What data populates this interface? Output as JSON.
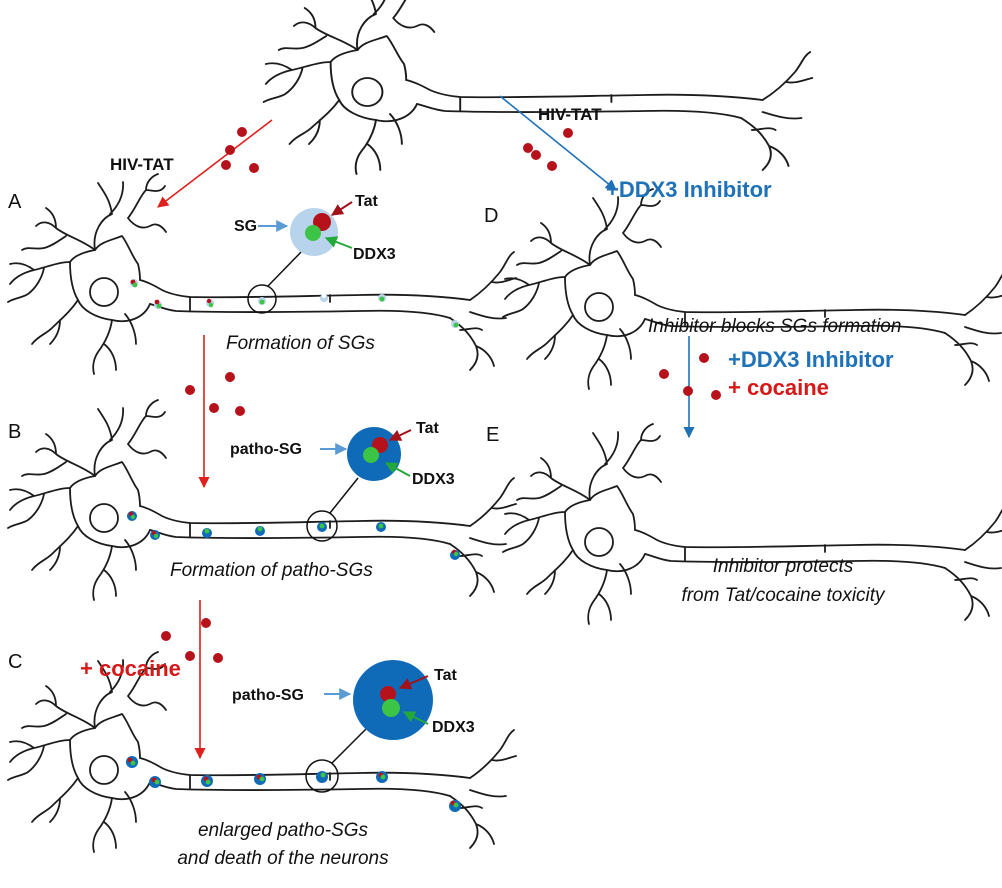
{
  "panels": {
    "a": "A",
    "b": "B",
    "c": "C",
    "d": "D",
    "e": "E"
  },
  "labels": {
    "hiv_tat_left": "HIV-TAT",
    "hiv_tat_right": "HIV-TAT",
    "ddx3_inhibitor_top": "+DDX3 Inhibitor",
    "ddx3_inhibitor_mid": "+DDX3 Inhibitor",
    "cocaine_left": "+ cocaine",
    "cocaine_right": "+ cocaine",
    "sg": "SG",
    "tat_a": "Tat",
    "ddx3_a": "DDX3",
    "patho_sg_b": "patho-SG",
    "tat_b": "Tat",
    "ddx3_b": "DDX3",
    "patho_sg_c": "patho-SG",
    "tat_c": "Tat",
    "ddx3_c": "DDX3"
  },
  "captions": {
    "a": "Formation of SGs",
    "b": "Formation of patho-SGs",
    "c_line1": "enlarged patho-SGs",
    "c_line2": "and death of the neurons",
    "d": "Inhibitor blocks SGs formation",
    "e_line1": "Inhibitor protects",
    "e_line2": "from Tat/cocaine toxicity"
  },
  "colors": {
    "tat": "#b5121b",
    "ddx3": "#3cc447",
    "sg_light": "#b8d3ec",
    "patho_sg": "#0f6bb8",
    "red_arrow": "#e0201c",
    "blue_arrow": "#1f72b8"
  }
}
